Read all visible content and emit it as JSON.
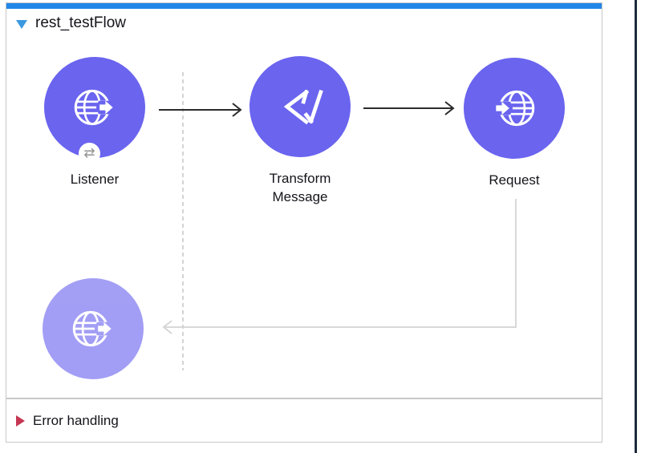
{
  "colors": {
    "node_purple": "#6a64ef",
    "node_purple_ghost_opacity": "0.62",
    "selection_bar_blue": "#2387e8",
    "flow_triangle_blue": "#3b99e0",
    "error_triangle_red": "#c63652",
    "connector_gray": "#d4d4d4",
    "dashed_guide_gray": "#c9c9c9",
    "arrow_dark": "#2b2b2b",
    "panel_border_gray": "#c8c8c8",
    "divider_dark_navy": "#1d2b3a",
    "text_dark": "#14141b",
    "badge_icon_gray": "#929292"
  },
  "flow": {
    "title": "rest_testFlow",
    "collapse_icon": "triangle-down-icon",
    "nodes": [
      {
        "label": "Listener",
        "icon": "globe-arrow-out-icon",
        "badge_icon": "⇄"
      },
      {
        "label": "Transform Message",
        "icon": "dataweave-icon"
      },
      {
        "label": "Request",
        "icon": "globe-arrow-in-icon"
      },
      {
        "label": "",
        "icon": "globe-arrow-out-icon"
      }
    ]
  },
  "error_handling": {
    "title": "Error handling",
    "expand_icon": "triangle-right-icon"
  }
}
